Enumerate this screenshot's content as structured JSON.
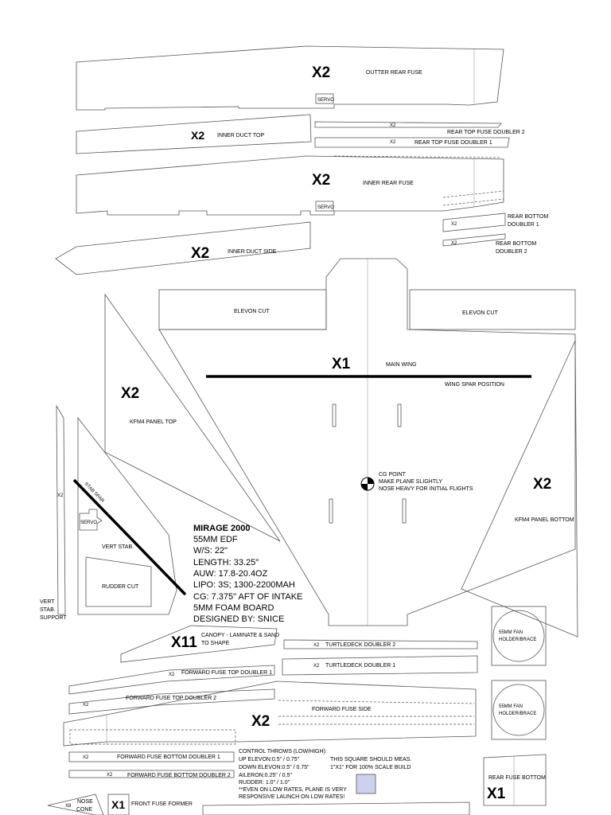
{
  "parts": {
    "outter_rear_fuse": {
      "qty": "X2",
      "label": "OUTTER REAR FUSE",
      "servo": "SERVO"
    },
    "inner_duct_top": {
      "qty": "X2",
      "label": "INNER DUCT TOP"
    },
    "rear_top_doubler_2": {
      "qty": "X2",
      "label": "REAR TOP FUSE DOUBLER 2"
    },
    "rear_top_doubler_1": {
      "qty": "X2",
      "label": "REAR TOP FUSE DOUBLER 1"
    },
    "inner_rear_fuse": {
      "qty": "X2",
      "label": "INNER REAR FUSE",
      "servo": "SERVO"
    },
    "rear_bottom_doubler_1": {
      "qty": "X2",
      "label_1": "REAR BOTTOM",
      "label_2": "DOUBLER 1"
    },
    "rear_bottom_doubler_2": {
      "qty": "X2",
      "label_1": "REAR BOTTOM",
      "label_2": "DOUBLER 2"
    },
    "inner_duct_side": {
      "qty": "X2",
      "label": "INNER DUCT SIDE"
    },
    "elevon_cut_left": "ELEVON CUT",
    "elevon_cut_right": "ELEVON CUT",
    "main_wing": {
      "qty": "X1",
      "label": "MAIN WING",
      "spar_label": "WING SPAR POSITION"
    },
    "kfm4_panel_top": {
      "qty": "X2",
      "label": "KFM4 PANEL TOP"
    },
    "kfm4_panel_bottom": {
      "qty": "X2",
      "label": "KFM4 PANEL BOTTOM"
    },
    "cg_note": {
      "line1": "CG POINT",
      "line2": "MAKE PLANE SLIGHTLY",
      "line3": "NOSE HEAVY FOR INITIAL FLIGHTS"
    },
    "vert_stab_support": {
      "qty": "X2",
      "line1": "VERT",
      "line2": "STAB.",
      "line3": "SUPPORT"
    },
    "vert_stab": {
      "label": "VERT STAB.",
      "servo": "SERVO",
      "rudder_cut": "RUDDER CUT",
      "stab_spar": "STAB SPAR"
    },
    "fan_holder_1": {
      "line1": "55MM FAN",
      "line2": "HOLDER/BRACE"
    },
    "fan_holder_2": {
      "line1": "55MM FAN",
      "line2": "HOLDER/BRACE"
    },
    "canopy": {
      "qty": "X11",
      "line1": "CANOPY - LAMINATE & SAND",
      "line2": "TO SHAPE"
    },
    "turtledeck_doubler_2": {
      "qty": "X2",
      "label": "TURTLEDECK DOUBLER 2"
    },
    "turtledeck_doubler_1": {
      "qty": "X2",
      "label": "TURTLEDECK DOUBLER 1"
    },
    "forward_fuse_top_doubler_1": {
      "qty": "X2",
      "label": "FORWARD FUSE TOP DOUBLER 1"
    },
    "forward_fuse_top_doubler_2": {
      "qty": "X2",
      "label": "FORWARD FUSE TOP DOUBLER 2"
    },
    "forward_fuse_side": {
      "qty": "X2",
      "label": "FORWARD FUSE SIDE"
    },
    "forward_fuse_bottom_doubler_1": {
      "qty": "X2",
      "label": "FORWARD FUSE BOTTOM DOUBLER 1"
    },
    "forward_fuse_bottom_doubler_2": {
      "qty": "X2",
      "label": "FORWARD FUSE BOTTOM DOUBLER 2"
    },
    "nose_cone": {
      "qty": "X8",
      "line1": "NOSE",
      "line2": "CONE"
    },
    "front_fuse_former": {
      "qty": "X1",
      "label": "FRONT FUSE FORMER"
    },
    "rear_fuse_bottom": {
      "qty": "X1",
      "label": "REAR FUSE BOTTOM"
    }
  },
  "specs": {
    "title": "MIRAGE 2000",
    "line1": "55MM EDF",
    "line2": "W/S:  22\"",
    "line3": "LENGTH:  33.25\"",
    "line4": "AUW:  17.8-20.4OZ",
    "line5": "LIPO: 3S; 1300-2200MAH",
    "line6": "CG: 7.375\" AFT OF INTAKE",
    "line7": "5MM FOAM BOARD",
    "line8": "DESIGNED BY: SNICE"
  },
  "control_throws": {
    "title": "CONTROL THROWS (LOW/HIGH):",
    "up": "UP ELEVON:0.5\" / 0.75\"",
    "down": "DOWN ELEVON:0.5\" / 0.75\"",
    "aileron": "AILERON:0.25\" / 0.5\"",
    "rudder": "RUDDER: 1.0\" / 1.0\"",
    "note1": "**EVEN ON LOW RATES, PLANE IS VERY",
    "note2": "RESPONSIVE  LAUNCH ON LOW RATES!"
  },
  "scale_check": {
    "line1": "THIS SQUARE SHOULD MEAS.",
    "line2": "1\"X1\" FOR 100% SCALE BUILD"
  },
  "colors": {
    "scale_square": "#cdd0ee",
    "outline": "#555555",
    "spar": "#000000"
  }
}
